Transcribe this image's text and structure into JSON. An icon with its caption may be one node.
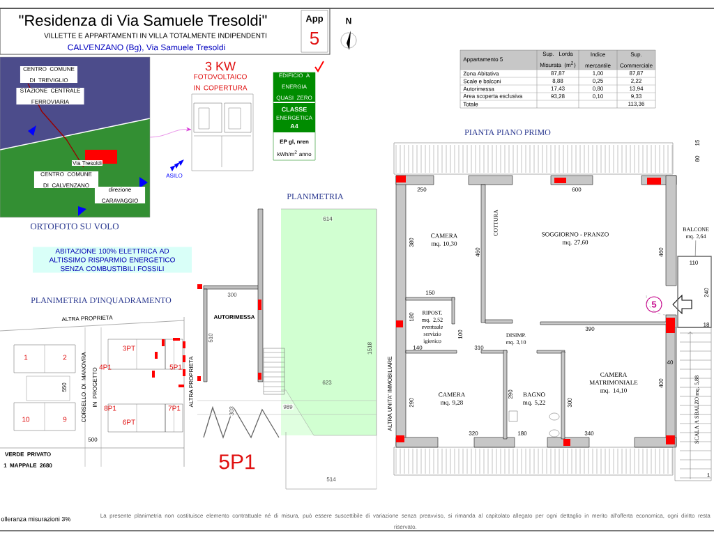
{
  "diagram": {
    "title": "\"Residenza di Via Samuele Tresoldi\"",
    "nodes": [
      {
        "text": [],
        "shape": "picture"
      },
      {
        "text": [],
        "shape": "picture",
        "beside": [
          "3 KW",
          "FOTOVOLTAICO IN COPERTURA"
        ]
      },
      {
        "text": [
          "ABITAZIONE 100% ELETTRICA AD ALTISSIMO RISPARMIO ENERGETICO SENZA COMBUSTIBILI FOSSILI"
        ]
      },
      {
        "text": [
          "CAMERA",
          "mq. 10,30"
        ]
      },
      {
        "text": [
          "SOGGIORNO - PRANZO",
          "mq. 27,60"
        ]
      },
      {
        "text": [
          "RIPOST.",
          "mq. 2,52",
          "eventuale servizio igienico"
        ]
      },
      {
        "text": [
          "DISIMP.",
          "mq. 3,10"
        ]
      },
      {
        "text": [
          "CAMERA",
          "mq. 9,28"
        ]
      },
      {
        "text": [
          "BAGNO",
          "mq. 5,22"
        ]
      },
      {
        "text": [
          "CAMERA MATRIMONIALE",
          "mq. 14,10"
        ]
      },
      {
        "text": [
          "5"
        ]
      },
      {
        "text": [
          "BALCONE",
          "mq. 2,64"
        ]
      },
      {
        "text": [],
        "shape": "box"
      }
    ],
    "edges": [
      {
        "from": 0,
        "to": 1,
        "arrow": "to",
        "color": "#d633d6"
      },
      {
        "from": 11,
        "to": 12,
        "arrow": "none",
        "color": "#4c4c4c"
      }
    ],
    "labels": [
      "VILLETTE E APPARTAMENTI  IN VILLA TOTALMENTE INDIPENDENTI",
      "CALVENZANO (Bg), Via Samuele Tresoldi",
      "App",
      "5",
      "N",
      "CENTRO COMUNE DI TREVIGLIO",
      "STAZIONE CENTRALE FERROVIARIA",
      "Via Tresoldi",
      "CENTRO COMUNE DI CALVENZANO",
      "direzione CARAVAGGIO",
      "ORTOFOTO SU VOLO",
      "ASILO",
      "EDIFICIO A ENERGIA QUASI ZERO",
      "CLASSE",
      "ENERGETICA",
      "A4",
      "EP gl, nren",
      "kWh/m$^{2}$ anno",
      "PLANIMETRIA",
      "PLANIMETRIA D'INQUADRAMENTO",
      "ALTRA PROPRIETA",
      "1",
      "2",
      "10",
      "9",
      "3PT",
      "4P1",
      "5P1",
      "8P1",
      "6PT",
      "7P1",
      "550",
      "CORSELLO DI MANOVRA IN PROGETTO",
      "500",
      "ALTRA PROPRIETA",
      "VERDE PRIVATO 1 MAPPALE 2680",
      "614",
      "300",
      "AUTORIMESSA",
      "510",
      "1518",
      "623",
      "989",
      "303",
      "514",
      "5P1",
      "ALTRA UNITA' IMMOBILIARE",
      "Appartamento  5",
      "Sup. Lorda Misurata (m$^{2}$)",
      "Indice mercantile",
      "Sup. Commerciale",
      "Zona Abitativa",
      "87,87",
      "1,00",
      "87,87",
      "Scale e balconi",
      "8,88",
      "0,25",
      "2,22",
      "Autorimessa",
      "17,43",
      "0,80",
      "13,94",
      "Area scoperta esclusiva",
      "93,28",
      "0,10",
      "9,33",
      "Totale",
      "113,36",
      "PIANTA PIANO PRIMO",
      "15",
      "80",
      "250",
      "600",
      "380",
      "460",
      "COTTURA",
      "460",
      "150",
      "180",
      "100",
      "140",
      "310",
      "390",
      "290",
      "290",
      "300",
      "400",
      "40",
      "320",
      "180",
      "340",
      "110",
      "240",
      "18",
      "1",
      "SCALA A SBALZO mq. 5,88",
      "olleranza misurazioni 3%",
      "La presente planimetria non costituisce elemento contrattuale né di misura, può essere suscettibile di variazione senza preavviso, si rimanda al capitolato allegato per ogni dettaglio in merito all'offerta economica, ogni diritto resta riservato."
    ]
  }
}
